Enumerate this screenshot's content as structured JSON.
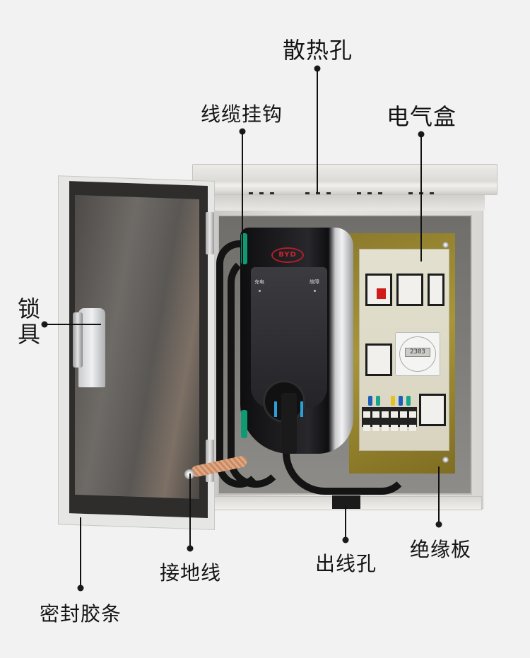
{
  "figure": {
    "subject": "stainless steel EV charger enclosure with open door",
    "background_color": "#f2f2f2",
    "line_color": "#111111"
  },
  "callouts": [
    {
      "id": "vent-holes",
      "text": "散热孔"
    },
    {
      "id": "cable-hook",
      "text": "线缆挂钩"
    },
    {
      "id": "electrical-box",
      "text": "电气盒"
    },
    {
      "id": "lock",
      "text": "锁具"
    },
    {
      "id": "ground-wire",
      "text": "接地线"
    },
    {
      "id": "cable-exit-hole",
      "text": "出线孔"
    },
    {
      "id": "insulation-board",
      "text": "绝缘板"
    },
    {
      "id": "sealing-strip",
      "text": "密封胶条"
    }
  ],
  "charger": {
    "brand_logo": "BYD",
    "indicator_left": "充电",
    "indicator_right": "故障",
    "accent_color": "#c42530",
    "socket_accent_color": "#2aa0d8"
  },
  "electrical_box": {
    "timer_display": "2303",
    "board_color": "#a89538",
    "breaker_color": "#d11a1a"
  }
}
